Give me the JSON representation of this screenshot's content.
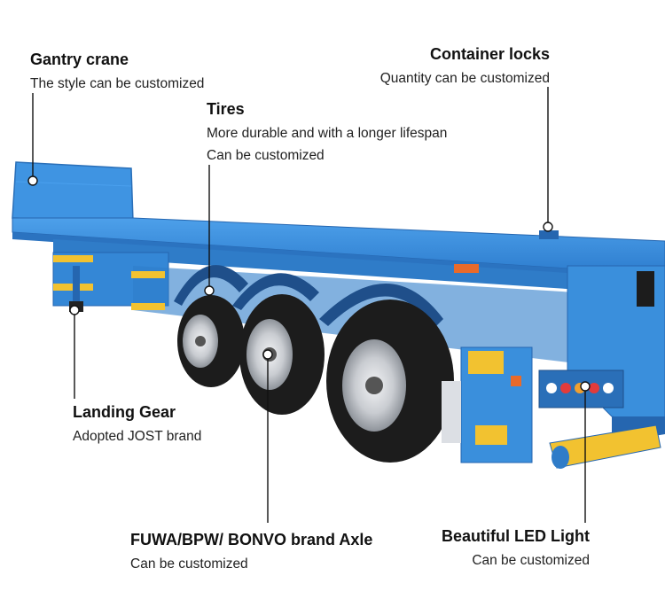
{
  "callouts": {
    "gantry_crane": {
      "title": "Gantry crane",
      "desc": "The style can be customized"
    },
    "tires": {
      "title": "Tires",
      "desc": "More durable and with a longer lifespan",
      "desc2": "Can be customized"
    },
    "container_locks": {
      "title": "Container locks",
      "desc": "Quantity can be customized"
    },
    "landing_gear": {
      "title": "Landing Gear",
      "desc": "Adopted JOST brand"
    },
    "axle": {
      "title": "FUWA/BPW/ BONVO brand Axle",
      "desc": "Can be customized"
    },
    "led_light": {
      "title": "Beautiful LED Light",
      "desc": "Can be customized"
    }
  },
  "colors": {
    "trailer_blue": "#3a8fdc",
    "trailer_blue_dark": "#2566b0",
    "reflector_yellow": "#f2c230",
    "tire_black": "#1c1c1c",
    "rim_silver": "#c9ccd1",
    "leader_line": "#111111"
  }
}
